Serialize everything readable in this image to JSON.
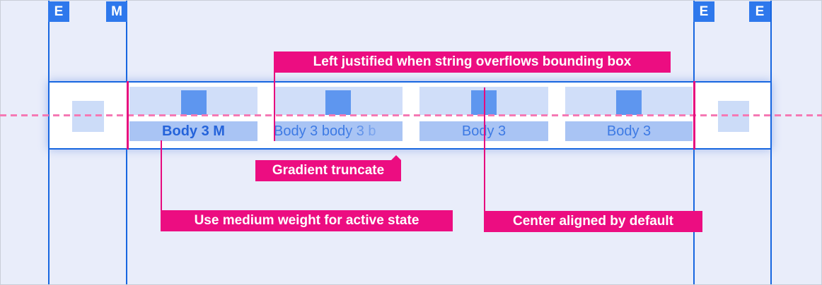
{
  "colors": {
    "background": "#e9edfa",
    "guide_blue": "#1766e0",
    "marker_blue": "#2e78ec",
    "band_background": "#ffffff",
    "tab_icon_row": "#d0def9",
    "tab_label_row": "#a9c4f4",
    "icon_placeholder": "#5e96ef",
    "side_square": "#ccdcf8",
    "tab_text": "#3d7ae4",
    "tab_text_active": "#2463da",
    "annotation_pink": "#ec0d81",
    "baseline_pink": "#f579b4"
  },
  "markers": [
    {
      "label": "E"
    },
    {
      "label": "M"
    },
    {
      "label": "E"
    },
    {
      "label": "E"
    }
  ],
  "tabs": [
    {
      "label": "Body 3 M",
      "state": "active",
      "weight": "medium",
      "align": "center"
    },
    {
      "label": "Body 3 body 3 b",
      "state": "default",
      "align": "left",
      "truncation": "gradient"
    },
    {
      "label": "Body 3",
      "state": "default",
      "align": "center"
    },
    {
      "label": "Body 3",
      "state": "default",
      "align": "center"
    }
  ],
  "annotations": {
    "left_justified": "Left justified when string overflows bounding box",
    "gradient_truncate": "Gradient truncate",
    "medium_weight": "Use medium weight for active state",
    "center_aligned": "Center aligned by default"
  }
}
